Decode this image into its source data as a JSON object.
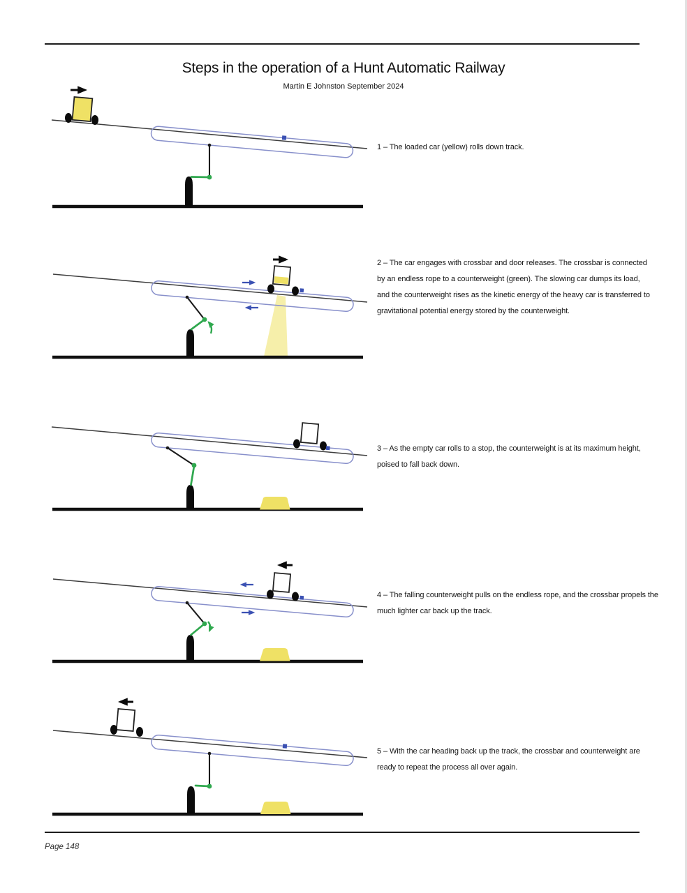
{
  "page": {
    "title": "Steps in the operation of a Hunt Automatic Railway",
    "subtitle": "Martin E Johnston September 2024",
    "footer": "Page 148"
  },
  "colors": {
    "load_yellow": "#efe165",
    "counterweight_green": "#2fa84e",
    "loop_blue": "#8890cb",
    "arrow_blue": "#3b51b3",
    "ink": "#1a1a1a"
  },
  "panels": [
    {
      "number": "1",
      "caption_lines": [
        "1 – The loaded car (yellow) rolls down track."
      ]
    },
    {
      "number": "2",
      "caption_lines": [
        "2 – The car engages with crossbar and door releases. The crossbar is connected",
        "by an endless rope to a counterweight (green). The slowing car dumps its load,",
        "and the counterweight rises as the kinetic energy of the heavy car is transferred to",
        "gravitational potential energy stored by the counterweight."
      ]
    },
    {
      "number": "3",
      "caption_lines": [
        "3 – As the empty car rolls to a stop, the counterweight is at its maximum height,",
        "poised to fall back down."
      ]
    },
    {
      "number": "4",
      "caption_lines": [
        "4 – The falling counterweight pulls on the endless rope, and the crossbar propels the",
        "much lighter car back up the track."
      ]
    },
    {
      "number": "5",
      "caption_lines": [
        "5 – With the car heading back up the track, the crossbar and counterweight are",
        "ready to repeat the process all over again."
      ]
    }
  ]
}
